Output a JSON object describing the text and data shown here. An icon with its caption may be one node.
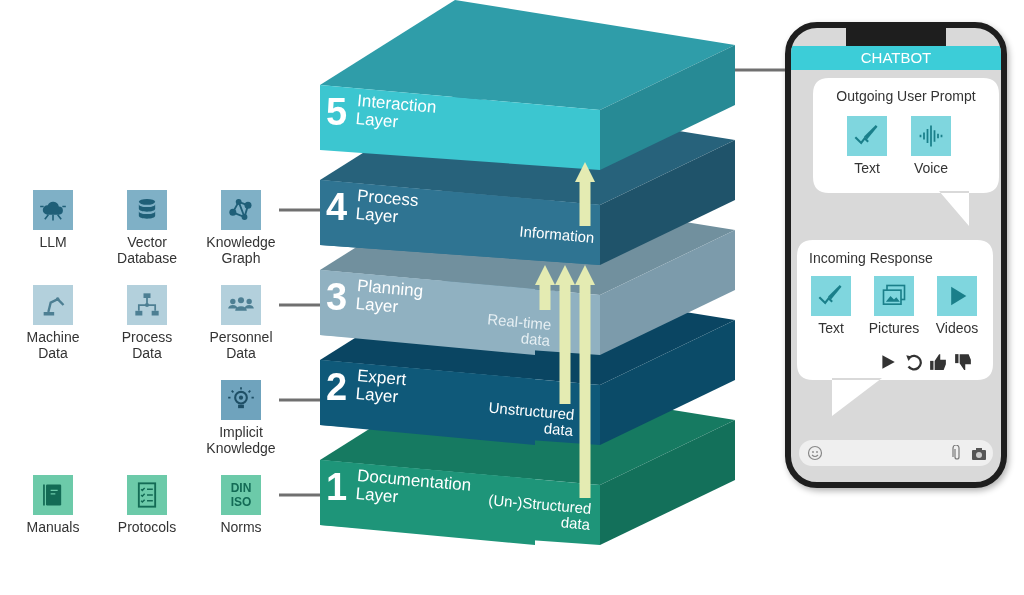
{
  "diagram": {
    "nodes": [
      {
        "text": [
          "5",
          "Interaction Layer"
        ]
      },
      {
        "text": [
          "LLM"
        ]
      },
      {
        "text": [
          "Vector Database"
        ]
      },
      {
        "text": [
          "Knowledge Graph"
        ]
      },
      {
        "text": [
          "4",
          "Process Layer"
        ]
      },
      {
        "text": [
          "Machine Data"
        ]
      },
      {
        "text": [
          "Process Data"
        ]
      },
      {
        "text": [
          "Personnel Data"
        ]
      },
      {
        "text": [
          "3",
          "Planning Layer"
        ]
      },
      {
        "text": [
          "Implicit Knowledge"
        ]
      },
      {
        "text": [
          "2",
          "Expert Layer"
        ]
      },
      {
        "text": [
          "Manuals"
        ]
      },
      {
        "text": [
          "Protocols"
        ]
      },
      {
        "text": [
          "DIN ISO",
          "Norms"
        ]
      },
      {
        "text": [
          "1",
          "Documentation Layer"
        ]
      },
      {
        "text": [
          "CHATBOT"
        ]
      },
      {
        "text": [
          "Outgoing User Prompt"
        ],
        "in": 15
      },
      {
        "text": [
          "Text"
        ],
        "in": 16
      },
      {
        "text": [
          "Voice"
        ],
        "in": 16
      },
      {
        "text": [
          "Incoming Response"
        ],
        "in": 15
      },
      {
        "text": [
          "Text"
        ],
        "in": 19
      },
      {
        "text": [
          "Pictures"
        ],
        "in": 19
      },
      {
        "text": [
          "Videos"
        ],
        "in": 19
      }
    ],
    "edges": [
      {
        "from": 3,
        "to": 4,
        "arrow": "none"
      },
      {
        "from": 7,
        "to": 8,
        "arrow": "none"
      },
      {
        "from": 9,
        "to": 10,
        "arrow": "none"
      },
      {
        "from": 13,
        "to": 14,
        "arrow": "none"
      },
      {
        "from": 0,
        "to": 15,
        "arrow": "none"
      },
      {
        "from": 14,
        "to": 4,
        "arrow": "to",
        "label": "(Un-)Structured data",
        "style": "thick",
        "color": "#e4ebb2"
      },
      {
        "from": 10,
        "to": 4,
        "arrow": "to",
        "label": "Unstructured data",
        "style": "thick",
        "color": "#e4ebb2"
      },
      {
        "from": 8,
        "to": 4,
        "arrow": "to",
        "label": "Real-time data",
        "style": "thick",
        "color": "#e4ebb2"
      },
      {
        "from": 4,
        "to": 0,
        "arrow": "to",
        "label": "Information",
        "style": "thick",
        "color": "#e4ebb2"
      }
    ]
  }
}
